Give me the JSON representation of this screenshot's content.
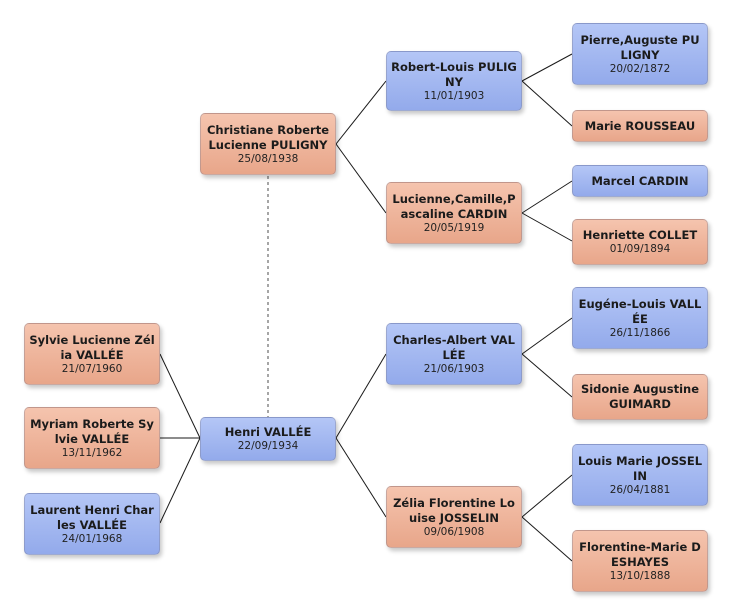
{
  "people": {
    "christiane": {
      "name": "Christiane Roberte Lucienne PULIGNY",
      "date": "25/08/1938"
    },
    "henri": {
      "name": "Henri VALLÉE",
      "date": "22/09/1934"
    },
    "sylvie": {
      "name": "Sylvie Lucienne Zélia VALLÉE",
      "date": "21/07/1960"
    },
    "myriam": {
      "name": "Myriam Roberte Sylvie VALLÉE",
      "date": "13/11/1962"
    },
    "laurent": {
      "name": "Laurent Henri Charles VALLÉE",
      "date": "24/01/1968"
    },
    "robert_louis": {
      "name": "Robert-Louis PULIGNY",
      "date": "11/01/1903"
    },
    "lucienne": {
      "name": "Lucienne,Camille,Pascaline CARDIN",
      "date": "20/05/1919"
    },
    "charles_albert": {
      "name": "Charles-Albert VALLÉE",
      "date": "21/06/1903"
    },
    "zelia": {
      "name": "Zélia Florentine Louise JOSSELIN",
      "date": "09/06/1908"
    },
    "pierre_auguste": {
      "name": "Pierre,Auguste PULIGNY",
      "date": "20/02/1872"
    },
    "marie": {
      "name": "Marie ROUSSEAU",
      "date": ""
    },
    "marcel": {
      "name": "Marcel CARDIN",
      "date": ""
    },
    "henriette": {
      "name": "Henriette COLLET",
      "date": "01/09/1894"
    },
    "eugene_louis": {
      "name": "Eugéne-Louis VALLÉE",
      "date": "26/11/1866"
    },
    "sidonie": {
      "name": "Sidonie Augustine GUIMARD",
      "date": ""
    },
    "louis_marie": {
      "name": "Louis Marie JOSSELIN",
      "date": "26/04/1881"
    },
    "florentine_marie": {
      "name": "Florentine-Marie DESHAYES",
      "date": "13/10/1888"
    }
  },
  "colors": {
    "male": "#a3b8f0",
    "female": "#efb69c",
    "line": "#1a1a1a",
    "spouse_line": "#777777"
  }
}
